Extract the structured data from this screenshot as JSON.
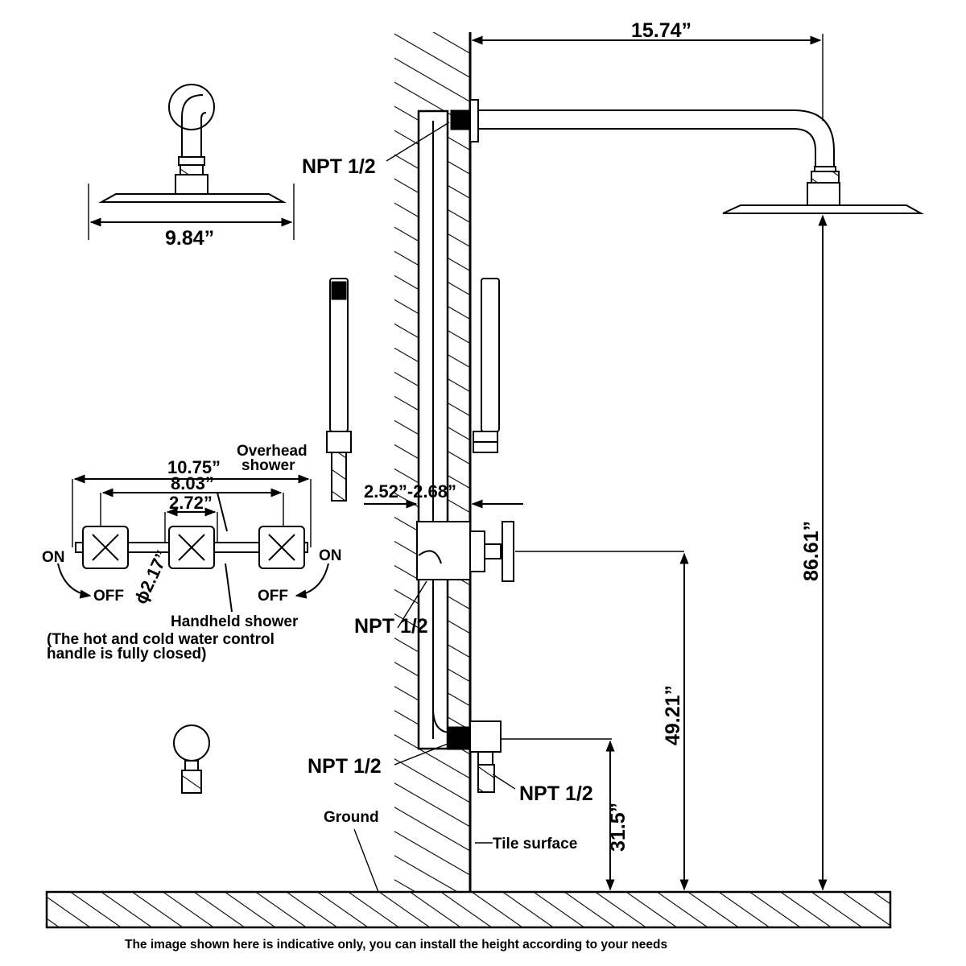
{
  "dimensions": {
    "arm_reach": "15.74”",
    "head_diameter": "9.84”",
    "top_height": "86.61”",
    "valve_height": "49.21”",
    "outlet_height": "31.5”",
    "handle_span": "10.75”",
    "outer_centers": "8.03”",
    "inner_centers": "2.72”",
    "wall_depth": "2.52”-2.68”",
    "handle_diameter": "ϕ2.17”"
  },
  "labels": {
    "npt_top": "NPT 1/2",
    "npt_middle": "NPT 1/2",
    "npt_bottom_left": "NPT 1/2",
    "npt_bottom_right": "NPT 1/2",
    "overhead_line1": "Overhead",
    "overhead_line2": "shower",
    "handheld": "Handheld shower",
    "note_line1": "(The hot and cold water control",
    "note_line2": "handle is fully closed)",
    "on_left": "ON",
    "on_right": "ON",
    "off_left": "OFF",
    "off_right": "OFF",
    "ground": "Ground",
    "tile_surface": "Tile surface"
  },
  "footer": {
    "note": "The image shown here is indicative only, you can install the height according to your needs"
  }
}
